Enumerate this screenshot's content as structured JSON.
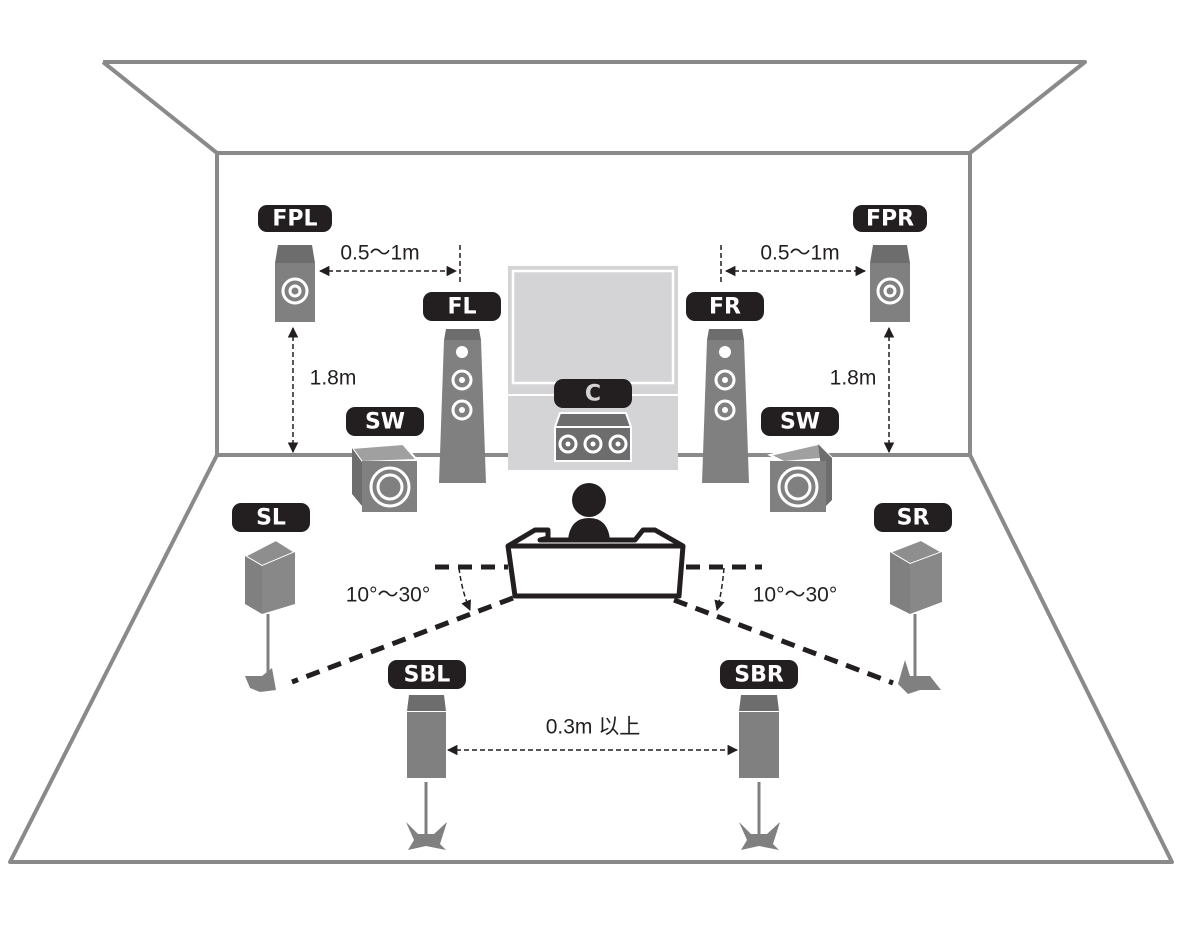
{
  "labels": {
    "fpl": "FPL",
    "fpr": "FPR",
    "fl": "FL",
    "fr": "FR",
    "c": "C",
    "sw_left": "SW",
    "sw_right": "SW",
    "sl": "SL",
    "sr": "SR",
    "sbl": "SBL",
    "sbr": "SBR"
  },
  "annotations": {
    "presence_gap_left": "0.5～1m",
    "presence_gap_right": "0.5～1m",
    "presence_height_left": "1.8m",
    "presence_height_right": "1.8m",
    "surround_angle_left": "10°～30°",
    "surround_angle_right": "10°～30°",
    "surround_back_gap": "0.3m 以上"
  },
  "colors": {
    "label_bg": "#231f20",
    "speaker": "#808080",
    "wall": "#8a8a8a",
    "tv": "#d4d4d6"
  }
}
